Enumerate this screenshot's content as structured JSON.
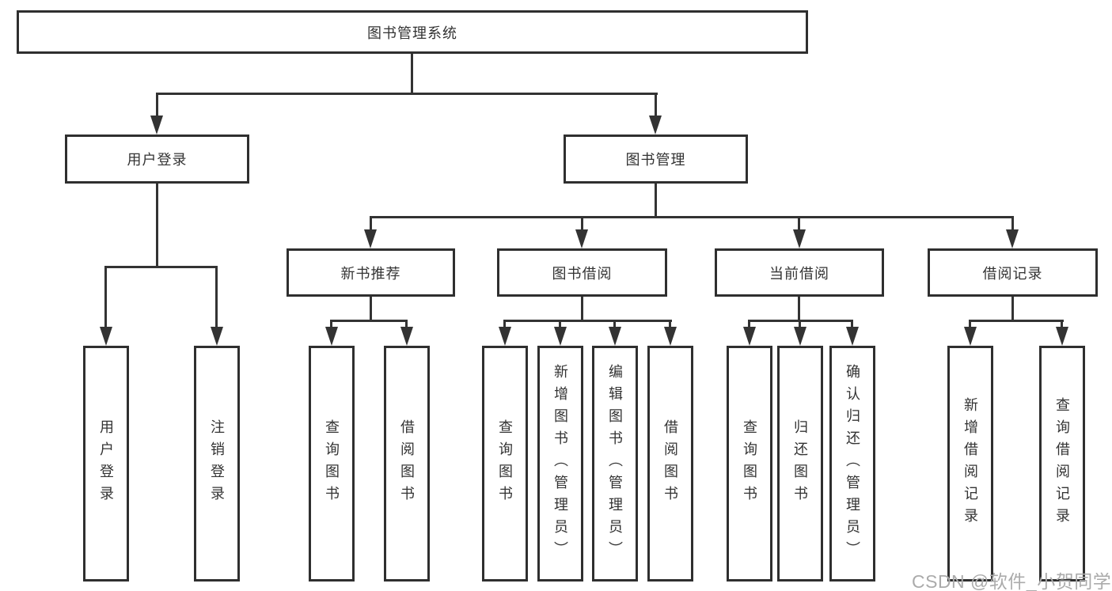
{
  "diagram": {
    "root": {
      "label": "图书管理系统"
    },
    "level2": [
      {
        "label": "用户登录"
      },
      {
        "label": "图书管理"
      }
    ],
    "level3": [
      {
        "label": "新书推荐"
      },
      {
        "label": "图书借阅"
      },
      {
        "label": "当前借阅"
      },
      {
        "label": "借阅记录"
      }
    ],
    "leaves": {
      "user_login": [
        {
          "label": "用户登录"
        },
        {
          "label": "注销登录"
        }
      ],
      "new_book_recommend": [
        {
          "label": "查询图书"
        },
        {
          "label": "借阅图书"
        }
      ],
      "book_borrow": [
        {
          "label": "查询图书"
        },
        {
          "label": "新增图书（管理员）"
        },
        {
          "label": "编辑图书（管理员）"
        },
        {
          "label": "借阅图书"
        }
      ],
      "current_borrow": [
        {
          "label": "查询图书"
        },
        {
          "label": "归还图书"
        },
        {
          "label": "确认归还（管理员）"
        }
      ],
      "borrow_record": [
        {
          "label": "新增借阅记录"
        },
        {
          "label": "查询借阅记录"
        }
      ]
    }
  },
  "watermark": {
    "text": "CSDN @软件_小贺同学"
  },
  "colors": {
    "line": "#333333",
    "box_border": "#2f2f2f",
    "text": "#333333",
    "watermark": "#ababab",
    "background": "#ffffff"
  }
}
